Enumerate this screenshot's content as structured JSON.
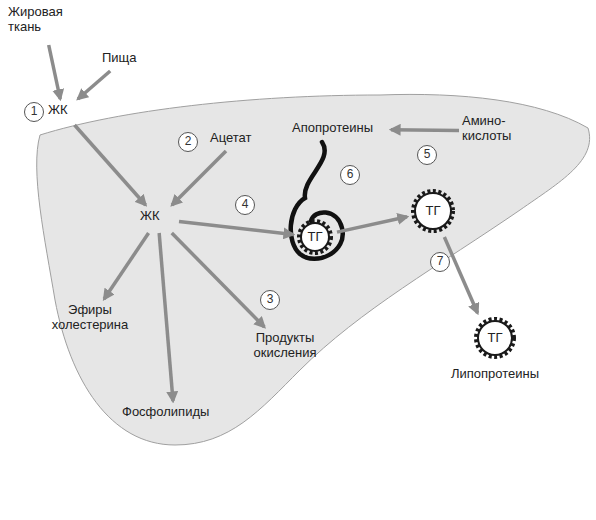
{
  "diagram": {
    "nodes": [
      {
        "text": [
          "Жировая ткань"
        ]
      },
      {
        "text": [
          "Пища"
        ]
      },
      {
        "text": [
          "ЖК"
        ]
      },
      {
        "text": [
          "Ацетат"
        ]
      },
      {
        "text": [
          "Апопротеины"
        ]
      },
      {
        "text": [
          "Амино- кислоты"
        ]
      },
      {
        "text": [
          "ЖК"
        ]
      },
      {
        "text": [
          "ТГ"
        ]
      },
      {
        "text": [
          "ТГ"
        ]
      },
      {
        "text": [
          "Эфиры холестерина"
        ]
      },
      {
        "text": [
          "Продукты окисления"
        ]
      },
      {
        "text": [
          "ТГ",
          "Липопротеины"
        ]
      },
      {
        "text": [
          "Фосфолипиды"
        ]
      }
    ],
    "edges": [
      {
        "from": 0,
        "to": 2,
        "arrow": "to"
      },
      {
        "from": 1,
        "to": 2,
        "arrow": "to"
      },
      {
        "from": 2,
        "to": 6,
        "arrow": "to"
      },
      {
        "from": 3,
        "to": 6,
        "arrow": "to"
      },
      {
        "from": 5,
        "to": 4,
        "arrow": "to"
      },
      {
        "from": 6,
        "to": 7,
        "arrow": "to"
      },
      {
        "from": 7,
        "to": 8,
        "arrow": "to"
      },
      {
        "from": 8,
        "to": 11,
        "arrow": "to"
      },
      {
        "from": 6,
        "to": 9,
        "arrow": "to"
      },
      {
        "from": 6,
        "to": 10,
        "arrow": "to"
      },
      {
        "from": 6,
        "to": 12,
        "arrow": "to"
      }
    ],
    "labels": [
      "1",
      "2",
      "3",
      "4",
      "5",
      "6",
      "7"
    ]
  }
}
